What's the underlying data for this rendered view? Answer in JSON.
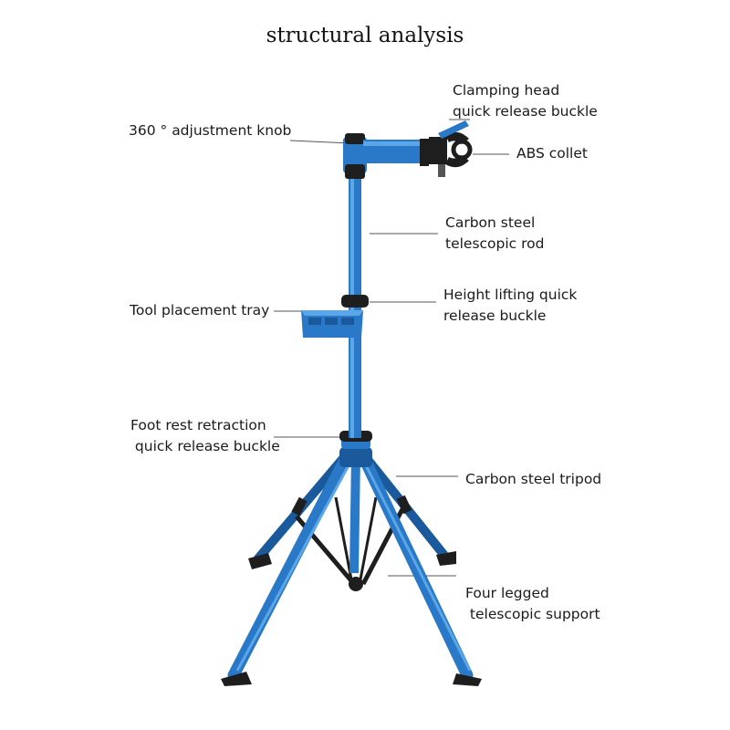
{
  "title": "structural analysis",
  "colors": {
    "tube": "#2a78c8",
    "tube_dark": "#1a5a9c",
    "tube_light": "#5aa6e6",
    "black_parts": "#1e1e1e",
    "leader_line": "#555555"
  },
  "labels": {
    "clamping_head": [
      "Clamping head",
      "quick release buckle"
    ],
    "adjustment_knob": [
      "360 ° adjustment knob"
    ],
    "abs_collet": [
      "ABS collet"
    ],
    "carbon_rod": [
      "Carbon steel",
      "telescopic rod"
    ],
    "height_buckle": [
      "Height lifting quick",
      "release buckle"
    ],
    "tool_tray": [
      "Tool placement tray"
    ],
    "foot_rest": [
      "Foot rest retraction",
      " quick release buckle"
    ],
    "tripod": [
      "Carbon steel tripod"
    ],
    "four_legged": [
      "Four legged",
      " telescopic support"
    ]
  }
}
